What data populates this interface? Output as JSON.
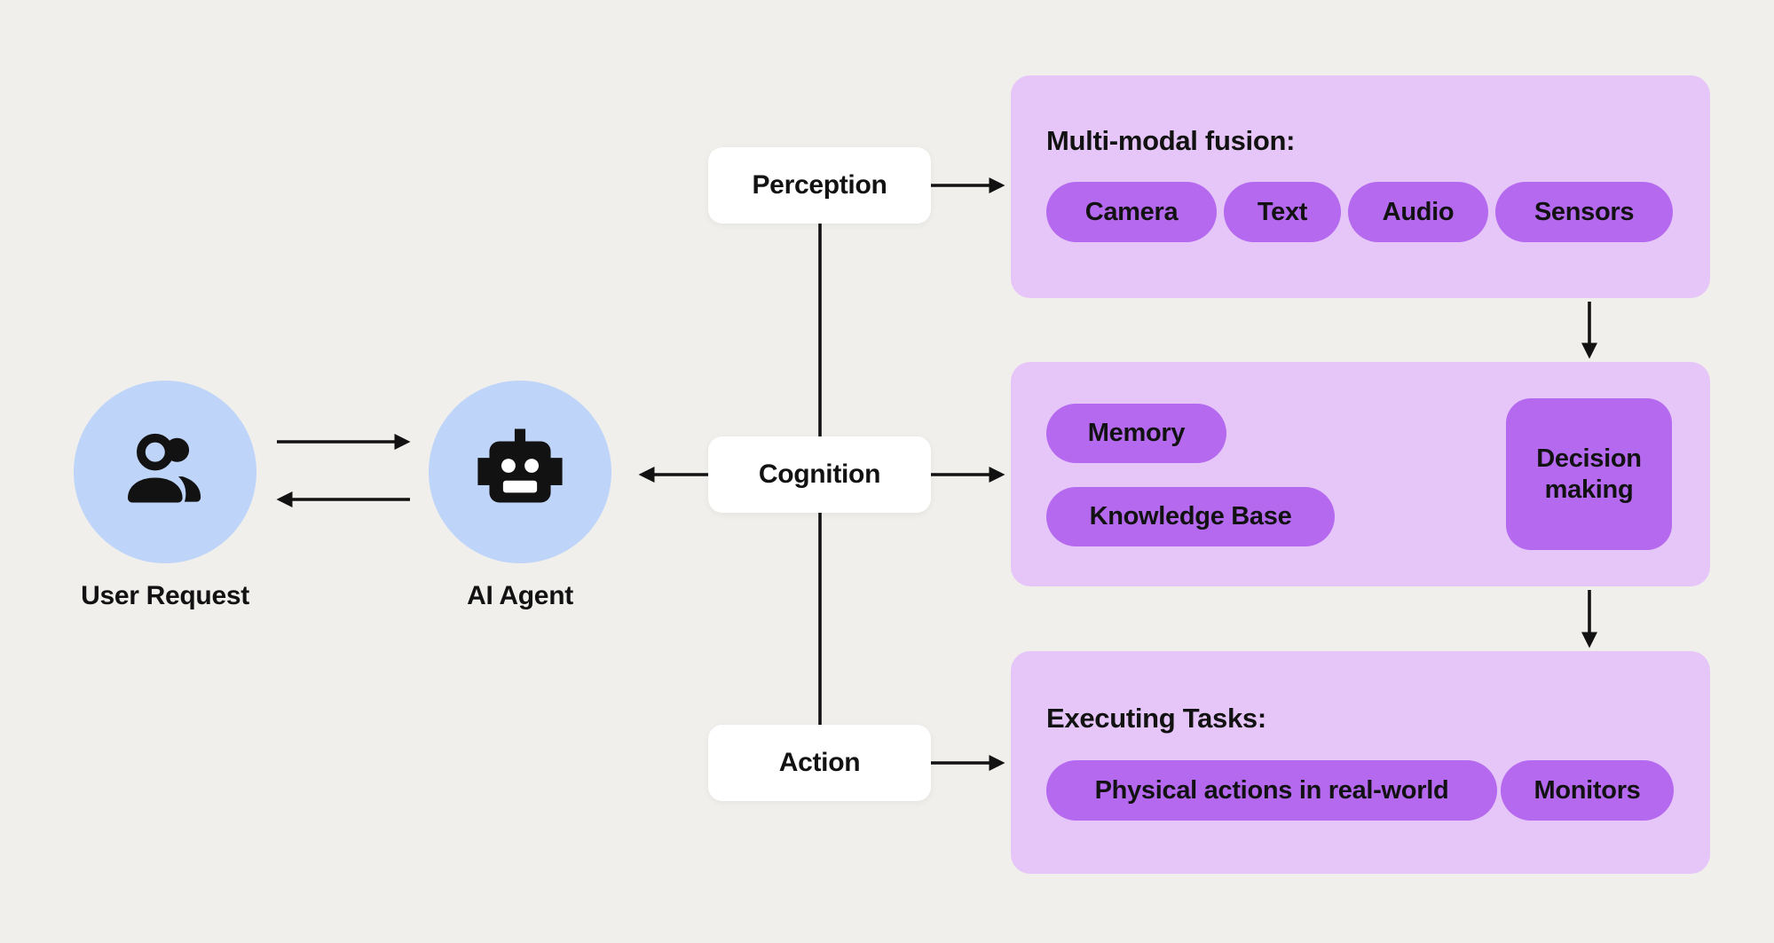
{
  "diagram": {
    "user": {
      "label": "User Request"
    },
    "agent": {
      "label": "AI Agent"
    },
    "stages": [
      {
        "label": "Perception"
      },
      {
        "label": "Cognition"
      },
      {
        "label": "Action"
      }
    ],
    "panels": [
      {
        "title": "Multi-modal fusion:",
        "pills": [
          "Camera",
          "Text",
          "Audio",
          "Sensors"
        ]
      },
      {
        "pills": [
          "Memory",
          "Knowledge Base"
        ],
        "decision": "Decision making"
      },
      {
        "title": "Executing Tasks:",
        "pills": [
          "Physical actions in real-world",
          "Monitors"
        ]
      }
    ]
  },
  "colors": {
    "background": "#f0efec",
    "circle_blue": "#bed4f8",
    "panel_purple": "#e6c6f8",
    "pill_purple": "#b569ee",
    "white": "#ffffff",
    "ink": "#121212"
  }
}
